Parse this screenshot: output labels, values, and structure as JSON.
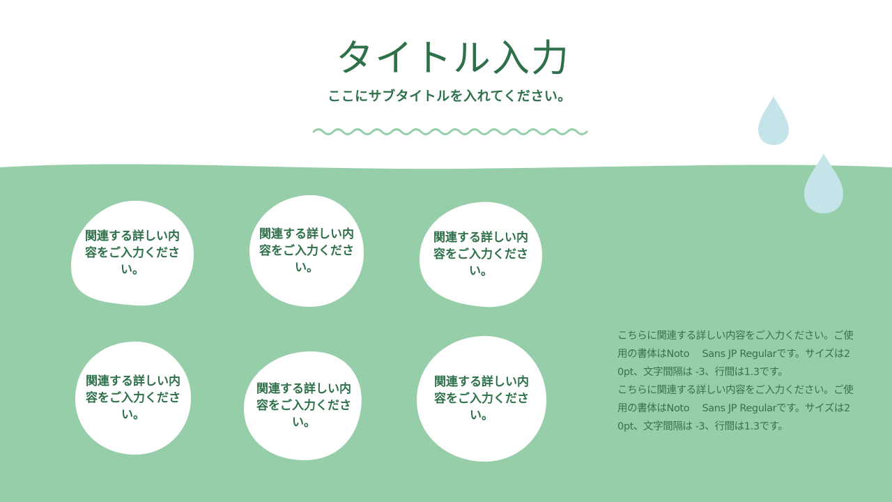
{
  "slide": {
    "title": "タイトル入力",
    "subtitle": "ここにサブタイトルを入れてください。"
  },
  "circles": [
    {
      "text": "関連する詳しい内容をご入力ください。"
    },
    {
      "text": "関連する詳しい内容をご入力ください。"
    },
    {
      "text": "関連する詳しい内容をご入力ください。"
    },
    {
      "text": "関連する詳しい内容をご入力ください。"
    },
    {
      "text": "関連する詳しい内容をご入力ください。"
    },
    {
      "text": "関連する詳しい内容をご入力ください。"
    }
  ],
  "description": {
    "paragraphs": [
      "こちらに関連する詳しい内容をご入力ください。ご使用の書体はNoto　 Sans JP Regularです。サイズは20pt、文字間隔は -3、行間は1.3です。",
      "こちらに関連する詳しい内容をご入力ください。ご使用の書体はNoto　 Sans JP Regularです。サイズは20pt、文字間隔は -3、行間は1.3です。"
    ]
  },
  "colors": {
    "background_top": "#ffffff",
    "background_bottom": "#95cea8",
    "text_green": "#2e7049",
    "wavy_line": "#95cea8",
    "raindrop": "#c4e4ea",
    "blob_fill": "#ffffff"
  },
  "icons": {
    "raindrop_top": "raindrop-icon",
    "raindrop_bottom": "raindrop-icon",
    "wavy_divider": "wavy-line-divider"
  }
}
